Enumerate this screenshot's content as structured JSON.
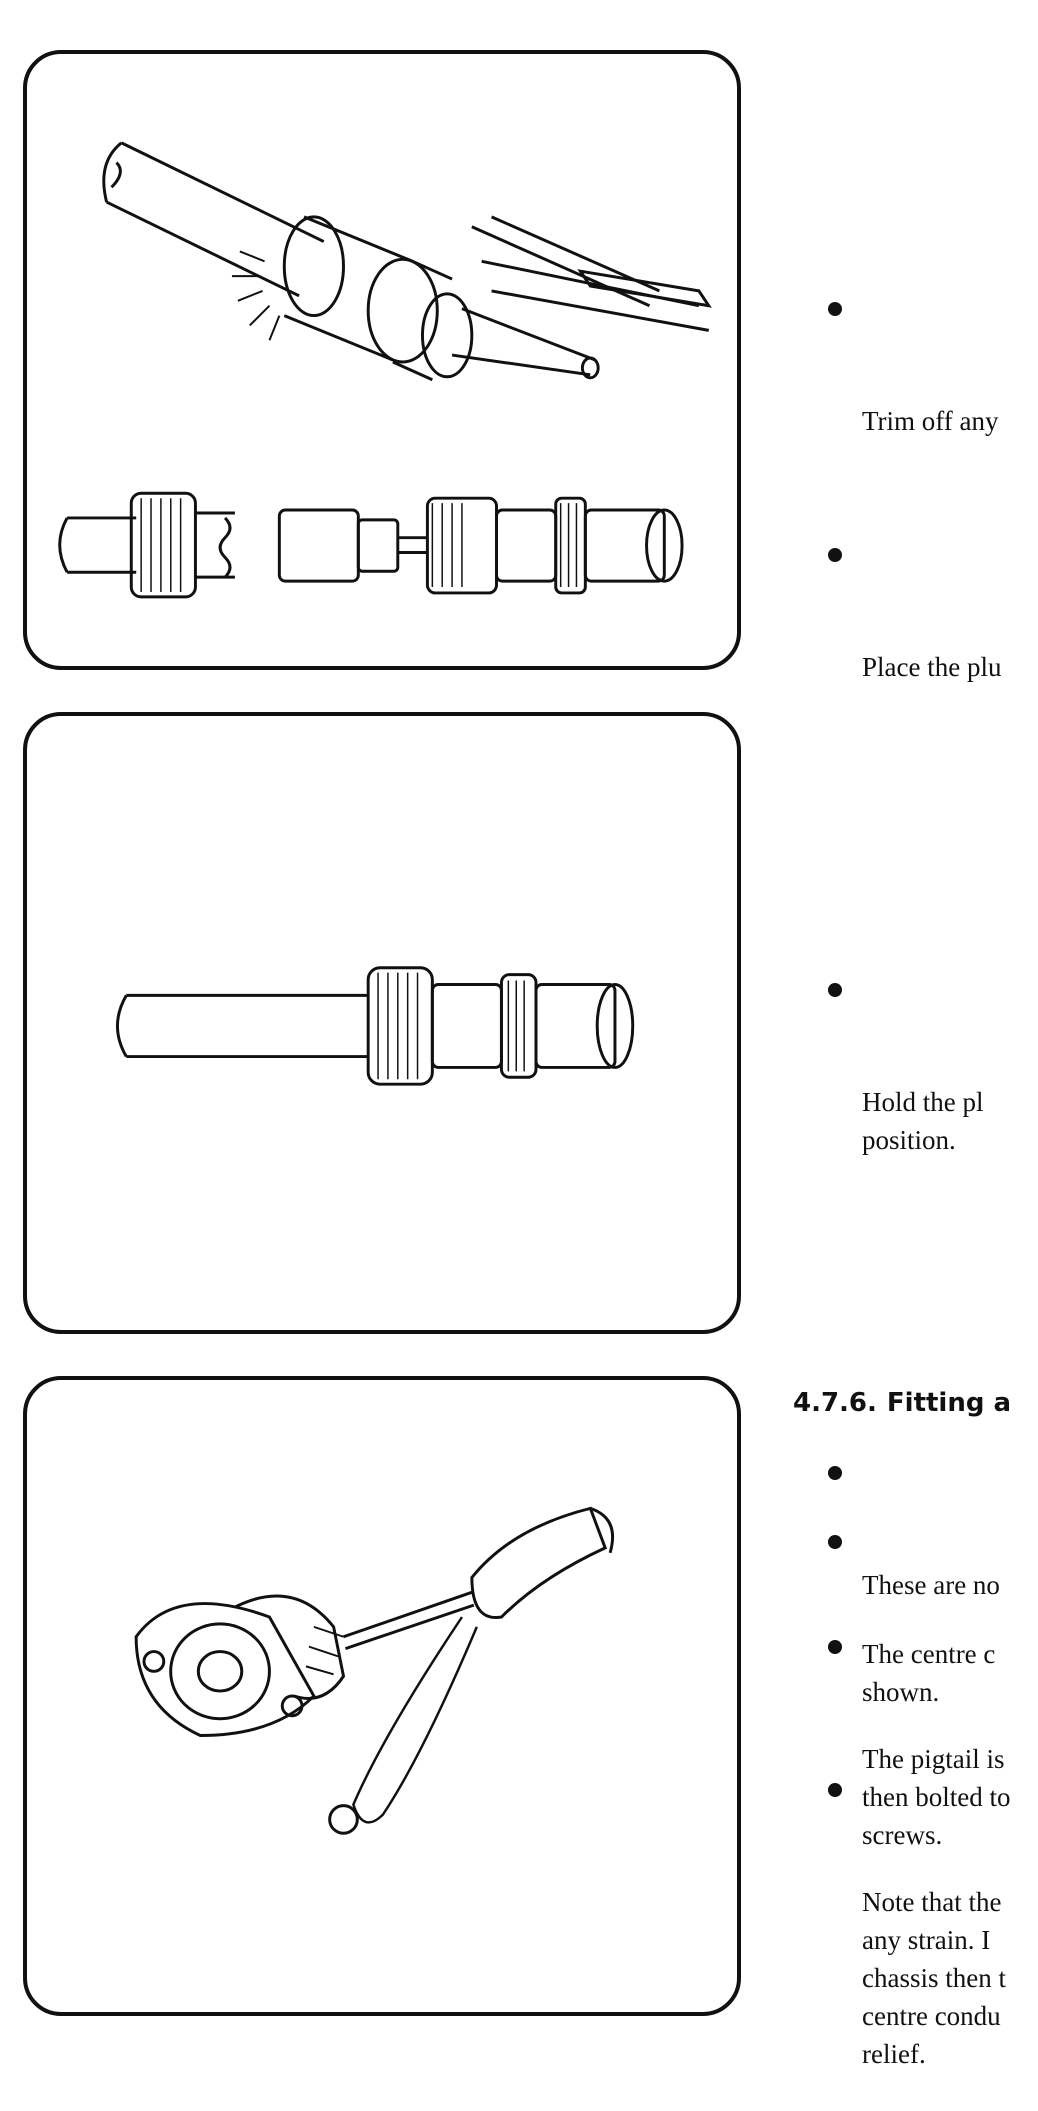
{
  "steps": [
    {
      "text": "Trim off any"
    },
    {
      "text": "Place the plu"
    },
    {
      "text": "Hold the pl",
      "text2": "position."
    }
  ],
  "section": {
    "number": "4.7.6.",
    "title": "Fitting a",
    "bullets": [
      {
        "text": "These are no"
      },
      {
        "text": "The centre c",
        "text2": "shown."
      },
      {
        "text": "The pigtail is",
        "text2": "then bolted to",
        "text3": "screws."
      },
      {
        "text": "Note that the",
        "text2": "any strain. I",
        "text3": "chassis then t",
        "text4": "centre condu",
        "text5": "relief."
      }
    ]
  },
  "colors": {
    "ink": "#111111",
    "paper": "#ffffff"
  }
}
